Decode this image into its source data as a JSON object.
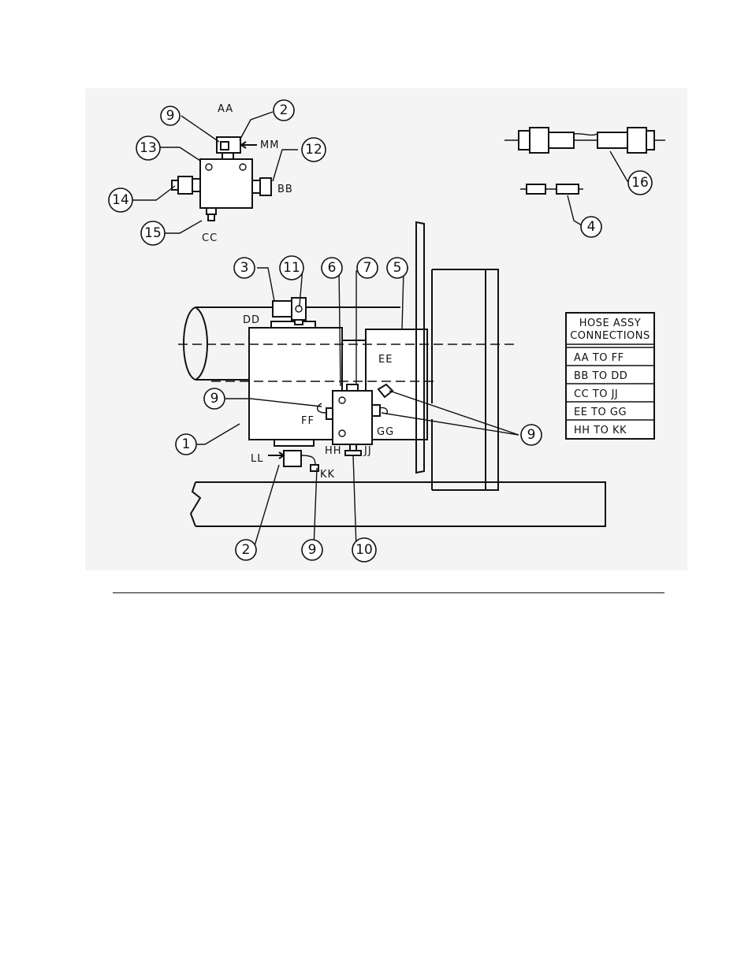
{
  "figure": {
    "callouts": {
      "c9_top": "9",
      "c2_top": "2",
      "c13": "13",
      "c12": "12",
      "c14": "14",
      "c15": "15",
      "c16": "16",
      "c4": "4",
      "c3": "3",
      "c11": "11",
      "c6": "6",
      "c7": "7",
      "c5": "5",
      "c9_left": "9",
      "c9_right": "9",
      "c1": "1",
      "c2_bottom": "2",
      "c9_bottom": "9",
      "c10": "10"
    },
    "ports": {
      "aa": "AA",
      "mm": "MM",
      "bb_top": "BB",
      "cc": "CC",
      "dd": "DD",
      "ee": "EE",
      "ff": "FF",
      "gg": "GG",
      "hh": "HH",
      "jj": "JJ",
      "ll": "LL",
      "kk": "KK"
    },
    "table": {
      "title_line1": "HOSE ASSY",
      "title_line2": "CONNECTIONS",
      "rows": [
        "AA TO FF",
        "BB TO DD",
        "CC TO JJ",
        "EE TO GG",
        "HH TO KK"
      ]
    }
  }
}
